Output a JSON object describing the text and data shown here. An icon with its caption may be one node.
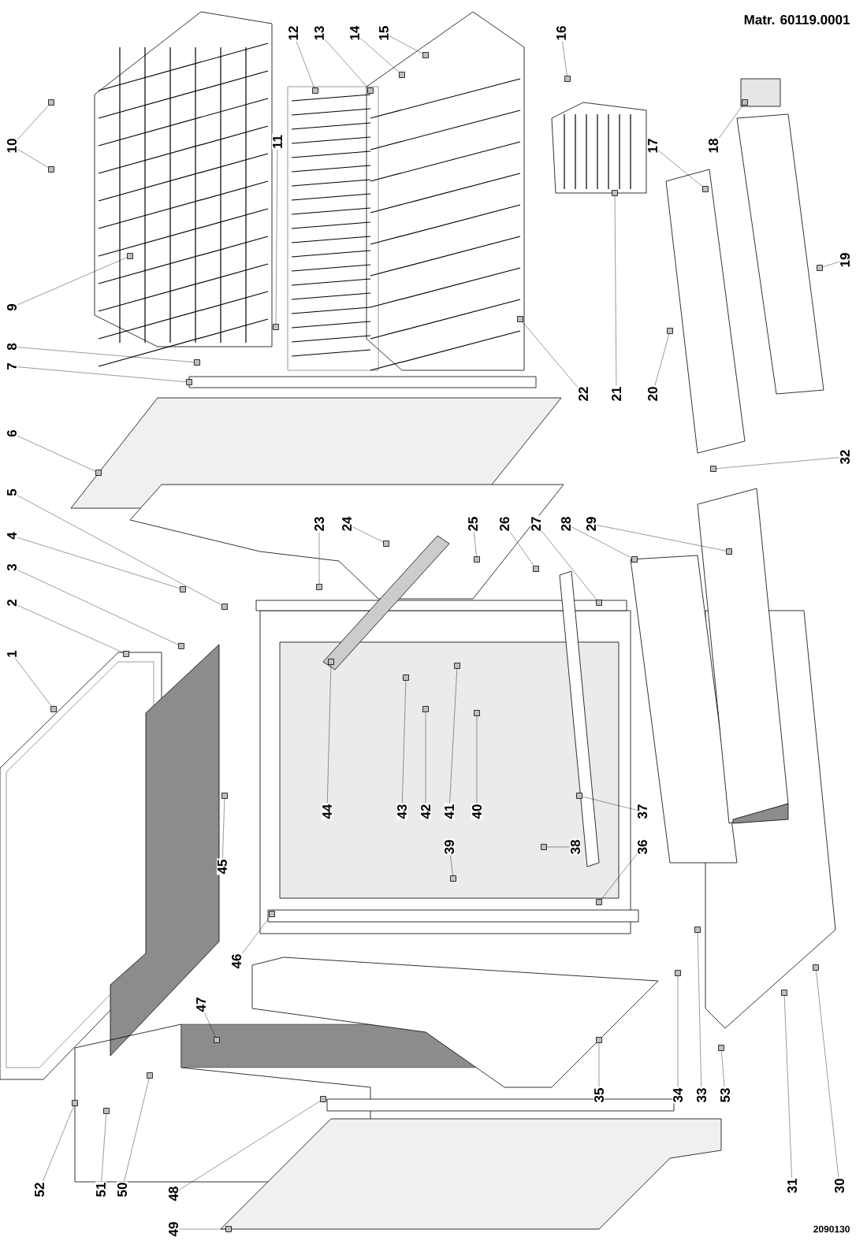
{
  "diagram": {
    "nodes": [
      {
        "text": [
          "1"
        ]
      },
      {
        "text": [
          "2"
        ]
      },
      {
        "text": [
          "3"
        ]
      },
      {
        "text": [
          "4"
        ]
      },
      {
        "text": [
          "5"
        ]
      },
      {
        "text": [
          "6"
        ]
      },
      {
        "text": [
          "7"
        ]
      },
      {
        "text": [
          "8"
        ]
      },
      {
        "text": [
          "9"
        ]
      },
      {
        "text": [
          "10"
        ]
      },
      {
        "text": [
          "11"
        ]
      },
      {
        "text": [
          "12"
        ]
      },
      {
        "text": [
          "13"
        ]
      },
      {
        "text": [
          "14"
        ]
      },
      {
        "text": [
          "15"
        ]
      },
      {
        "text": [
          "16"
        ]
      },
      {
        "text": [
          "17"
        ]
      },
      {
        "text": [
          "18"
        ]
      },
      {
        "text": [
          "19"
        ]
      },
      {
        "text": [
          "20"
        ]
      },
      {
        "text": [
          "21"
        ]
      },
      {
        "text": [
          "22"
        ]
      },
      {
        "text": [
          "23"
        ]
      },
      {
        "text": [
          "24"
        ]
      },
      {
        "text": [
          "25"
        ]
      },
      {
        "text": [
          "26"
        ]
      },
      {
        "text": [
          "27"
        ]
      },
      {
        "text": [
          "28"
        ]
      },
      {
        "text": [
          "29"
        ]
      },
      {
        "text": [
          "30"
        ]
      },
      {
        "text": [
          "31"
        ]
      },
      {
        "text": [
          "32"
        ]
      },
      {
        "text": [
          "33"
        ]
      },
      {
        "text": [
          "34"
        ]
      },
      {
        "text": [
          "35"
        ]
      },
      {
        "text": [
          "36"
        ]
      },
      {
        "text": [
          "37"
        ]
      },
      {
        "text": [
          "38"
        ]
      },
      {
        "text": [
          "39"
        ]
      },
      {
        "text": [
          "40"
        ]
      },
      {
        "text": [
          "41"
        ]
      },
      {
        "text": [
          "42"
        ]
      },
      {
        "text": [
          "43"
        ]
      },
      {
        "text": [
          "44"
        ]
      },
      {
        "text": [
          "45"
        ]
      },
      {
        "text": [
          "46"
        ]
      },
      {
        "text": [
          "47"
        ]
      },
      {
        "text": [
          "48"
        ]
      },
      {
        "text": [
          "49"
        ]
      },
      {
        "text": [
          "50"
        ]
      },
      {
        "text": [
          "51"
        ]
      },
      {
        "text": [
          "52"
        ]
      },
      {
        "text": [
          "53"
        ]
      },
      {
        "text": [],
        "shape": "box"
      },
      {
        "text": [],
        "shape": "box"
      },
      {
        "text": [],
        "shape": "box"
      },
      {
        "text": [],
        "shape": "box"
      },
      {
        "text": [],
        "shape": "box"
      },
      {
        "text": [],
        "shape": "box"
      },
      {
        "text": [],
        "shape": "box"
      },
      {
        "text": [],
        "shape": "box"
      },
      {
        "text": [],
        "shape": "box"
      },
      {
        "text": [],
        "shape": "box"
      },
      {
        "text": [],
        "shape": "box"
      },
      {
        "text": [],
        "shape": "box"
      },
      {
        "text": [],
        "shape": "box"
      },
      {
        "text": [],
        "shape": "box"
      },
      {
        "text": [],
        "shape": "box"
      },
      {
        "text": [],
        "shape": "box"
      },
      {
        "text": [],
        "shape": "box"
      },
      {
        "text": [],
        "shape": "box"
      },
      {
        "text": [],
        "shape": "box"
      },
      {
        "text": [],
        "shape": "box"
      },
      {
        "text": [],
        "shape": "box"
      },
      {
        "text": [],
        "shape": "box"
      },
      {
        "text": [],
        "shape": "box"
      },
      {
        "text": [],
        "shape": "box"
      },
      {
        "text": [],
        "shape": "box"
      },
      {
        "text": [],
        "shape": "box"
      },
      {
        "text": [],
        "shape": "box"
      },
      {
        "text": [],
        "shape": "box"
      },
      {
        "text": [],
        "shape": "box"
      },
      {
        "text": [],
        "shape": "box"
      },
      {
        "text": [],
        "shape": "box"
      },
      {
        "text": [],
        "shape": "box"
      },
      {
        "text": [],
        "shape": "box"
      },
      {
        "text": [],
        "shape": "box"
      },
      {
        "text": [],
        "shape": "box"
      },
      {
        "text": [],
        "shape": "box"
      },
      {
        "text": [],
        "shape": "box"
      },
      {
        "text": [],
        "shape": "box"
      },
      {
        "text": [],
        "shape": "box"
      },
      {
        "text": [],
        "shape": "box"
      },
      {
        "text": [],
        "shape": "box"
      },
      {
        "text": [],
        "shape": "box"
      },
      {
        "text": [],
        "shape": "box"
      },
      {
        "text": [],
        "shape": "box"
      },
      {
        "text": [],
        "shape": "box"
      },
      {
        "text": [],
        "shape": "box"
      },
      {
        "text": [],
        "shape": "box"
      },
      {
        "text": [],
        "shape": "box"
      },
      {
        "text": [],
        "shape": "box"
      },
      {
        "text": [],
        "shape": "box"
      },
      {
        "text": [],
        "shape": "box"
      },
      {
        "text": [],
        "shape": "box"
      },
      {
        "text": [],
        "shape": "box"
      },
      {
        "text": [],
        "shape": "box"
      }
    ],
    "edges": [
      {
        "from": 0,
        "to": 53,
        "arrow": "none"
      },
      {
        "from": 1,
        "to": 54,
        "arrow": "none"
      },
      {
        "from": 2,
        "to": 55,
        "arrow": "none"
      },
      {
        "from": 3,
        "to": 56,
        "arrow": "none"
      },
      {
        "from": 4,
        "to": 57,
        "arrow": "none"
      },
      {
        "from": 5,
        "to": 58,
        "arrow": "none"
      },
      {
        "from": 6,
        "to": 59,
        "arrow": "none"
      },
      {
        "from": 7,
        "to": 60,
        "arrow": "none"
      },
      {
        "from": 8,
        "to": 61,
        "arrow": "none"
      },
      {
        "from": 9,
        "to": 62,
        "arrow": "none"
      },
      {
        "from": 9,
        "to": 63,
        "arrow": "none"
      },
      {
        "from": 10,
        "to": 64,
        "arrow": "none"
      },
      {
        "from": 11,
        "to": 65,
        "arrow": "none"
      },
      {
        "from": 12,
        "to": 66,
        "arrow": "none"
      },
      {
        "from": 13,
        "to": 67,
        "arrow": "none"
      },
      {
        "from": 14,
        "to": 68,
        "arrow": "none"
      },
      {
        "from": 15,
        "to": 69,
        "arrow": "none"
      },
      {
        "from": 16,
        "to": 70,
        "arrow": "none"
      },
      {
        "from": 17,
        "to": 71,
        "arrow": "none"
      },
      {
        "from": 18,
        "to": 72,
        "arrow": "none"
      },
      {
        "from": 19,
        "to": 73,
        "arrow": "none"
      },
      {
        "from": 20,
        "to": 74,
        "arrow": "none"
      },
      {
        "from": 21,
        "to": 75,
        "arrow": "none"
      },
      {
        "from": 22,
        "to": 76,
        "arrow": "none"
      },
      {
        "from": 23,
        "to": 77,
        "arrow": "none"
      },
      {
        "from": 24,
        "to": 78,
        "arrow": "none"
      },
      {
        "from": 25,
        "to": 79,
        "arrow": "none"
      },
      {
        "from": 26,
        "to": 80,
        "arrow": "none"
      },
      {
        "from": 27,
        "to": 81,
        "arrow": "none"
      },
      {
        "from": 28,
        "to": 82,
        "arrow": "none"
      },
      {
        "from": 29,
        "to": 83,
        "arrow": "none"
      },
      {
        "from": 30,
        "to": 84,
        "arrow": "none"
      },
      {
        "from": 31,
        "to": 85,
        "arrow": "none"
      },
      {
        "from": 32,
        "to": 86,
        "arrow": "none"
      },
      {
        "from": 33,
        "to": 87,
        "arrow": "none"
      },
      {
        "from": 34,
        "to": 88,
        "arrow": "none"
      },
      {
        "from": 35,
        "to": 89,
        "arrow": "none"
      },
      {
        "from": 36,
        "to": 90,
        "arrow": "none"
      },
      {
        "from": 37,
        "to": 91,
        "arrow": "none"
      },
      {
        "from": 38,
        "to": 92,
        "arrow": "none"
      },
      {
        "from": 39,
        "to": 93,
        "arrow": "none"
      },
      {
        "from": 40,
        "to": 94,
        "arrow": "none"
      },
      {
        "from": 41,
        "to": 95,
        "arrow": "none"
      },
      {
        "from": 42,
        "to": 96,
        "arrow": "none"
      },
      {
        "from": 43,
        "to": 97,
        "arrow": "none"
      },
      {
        "from": 44,
        "to": 98,
        "arrow": "none"
      },
      {
        "from": 45,
        "to": 99,
        "arrow": "none"
      },
      {
        "from": 46,
        "to": 100,
        "arrow": "none"
      },
      {
        "from": 47,
        "to": 101,
        "arrow": "none"
      },
      {
        "from": 48,
        "to": 102,
        "arrow": "none"
      },
      {
        "from": 49,
        "to": 103,
        "arrow": "none"
      },
      {
        "from": 50,
        "to": 104,
        "arrow": "none"
      },
      {
        "from": 51,
        "to": 105,
        "arrow": "none"
      },
      {
        "from": 52,
        "to": 106,
        "arrow": "none"
      }
    ],
    "labels": [
      "Matr. 60119.0001",
      "2090130"
    ]
  }
}
